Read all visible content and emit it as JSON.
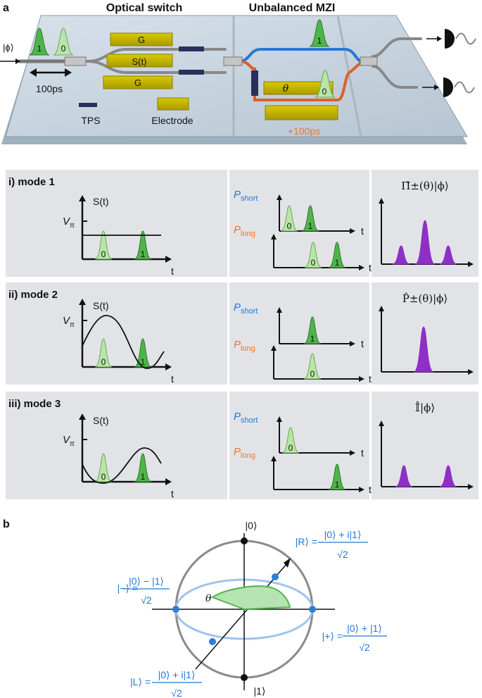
{
  "panel_a": {
    "letter": "a",
    "optical_switch": "Optical switch",
    "mzi": "Unbalanced MZI",
    "input_state": "|ϕ⟩",
    "pulse1": "1",
    "pulse0": "0",
    "delay_label": "100ps",
    "electrode_g": "G",
    "electrode_s": "S(t)",
    "theta": "θ",
    "mzi_pulse1": "1",
    "mzi_pulse0": "0",
    "tps_label": "TPS",
    "electrode_label": "Electrode",
    "extra_delay": "+100ps"
  },
  "modes": [
    {
      "title": "i) mode 1",
      "signal": "S(t)",
      "vpi_v": "V",
      "vpi_sub": "π",
      "t": "t",
      "p_short": "P",
      "p_short_sub": "short",
      "p_long": "P",
      "p_long_sub": "long",
      "op_label": "Π̂±(θ)|ϕ⟩",
      "p0": "0",
      "p1": "1"
    },
    {
      "title": "ii) mode 2",
      "signal": "S(t)",
      "vpi_v": "V",
      "vpi_sub": "π",
      "t": "t",
      "p_short": "P",
      "p_short_sub": "short",
      "p_long": "P",
      "p_long_sub": "long",
      "op_label": "P̂±(θ)|ϕ⟩",
      "p0": "0",
      "p1": "1"
    },
    {
      "title": "iii) mode 3",
      "signal": "S(t)",
      "vpi_v": "V",
      "vpi_sub": "π",
      "t": "t",
      "p_short": "P",
      "p_short_sub": "short",
      "p_long": "P",
      "p_long_sub": "long",
      "op_label": "𝕀̂|ϕ⟩",
      "p0": "0",
      "p1": "1"
    }
  ],
  "panel_b": {
    "letter": "b",
    "ket0": "|0⟩",
    "ket1": "|1⟩",
    "R_lhs": "|R⟩ =",
    "R_num": "|0⟩ + i|1⟩",
    "R_den": "√2",
    "minus_lhs": "|−⟩ =",
    "minus_num": "|0⟩ − |1⟩",
    "minus_den": "√2",
    "plus_lhs": "|+⟩ =",
    "plus_num": "|0⟩ + |1⟩",
    "plus_den": "√2",
    "L_lhs": "|L⟩ =",
    "L_num": "|0⟩ + i|1⟩",
    "L_den": "√2",
    "theta": "θ"
  },
  "colors": {
    "chip": "#c9d6e1",
    "chip_edge": "#9fb0be",
    "gold": "#c9b800",
    "pulse_light": "#b8e6a6",
    "pulse_dark": "#4fb54a",
    "purple": "#8e2fc7",
    "panel": "#e2e3e6",
    "blue": "#1f78d8",
    "orange": "#e8762a",
    "sphere_ring": "#9ec4ec"
  }
}
